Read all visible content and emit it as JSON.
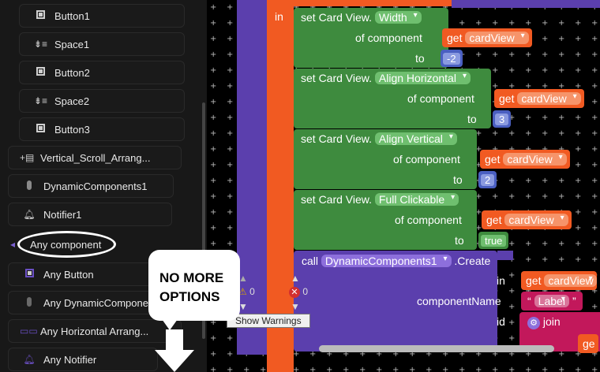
{
  "tree": {
    "items": [
      {
        "label": "Button1",
        "icon": "button-icon"
      },
      {
        "label": "Space1",
        "icon": "space-icon"
      },
      {
        "label": "Button2",
        "icon": "button-icon"
      },
      {
        "label": "Space2",
        "icon": "space-icon"
      },
      {
        "label": "Button3",
        "icon": "button-icon"
      },
      {
        "label": "Vertical_Scroll_Arrang...",
        "icon": "vertical-scroll-arrangement-icon"
      },
      {
        "label": "DynamicComponents1",
        "icon": "dynamic-components-icon"
      },
      {
        "label": "Notifier1",
        "icon": "notifier-icon"
      },
      {
        "label": "Any component",
        "icon": "any-component-icon"
      },
      {
        "label": "Any Button",
        "icon": "button-icon"
      },
      {
        "label": "Any DynamicCompone...",
        "icon": "dynamic-components-icon"
      },
      {
        "label": "Any Horizontal Arrang...",
        "icon": "horizontal-arrangement-icon"
      },
      {
        "label": "Any Notifier",
        "icon": "notifier-icon"
      }
    ]
  },
  "blocks": {
    "in_label": "in",
    "set1": {
      "prefix": "set Card View.",
      "prop": "Width",
      "of_component": "of component",
      "get": "get",
      "var": "cardView",
      "to": "to",
      "value": "-2"
    },
    "set2": {
      "prefix": "set Card View.",
      "prop": "Align Horizontal",
      "of_component": "of component",
      "get": "get",
      "var": "cardView",
      "to": "to",
      "value": "3"
    },
    "set3": {
      "prefix": "set Card View.",
      "prop": "Align Vertical",
      "of_component": "of component",
      "get": "get",
      "var": "cardView",
      "to": "to",
      "value": "2"
    },
    "set4": {
      "prefix": "set Card View.",
      "prop": "Full Clickable",
      "of_component": "of component",
      "get": "get",
      "var": "cardView",
      "to": "to",
      "value": "true"
    },
    "call": {
      "prefix": "call",
      "component": "DynamicComponents1",
      "method": ".Create",
      "in": "in",
      "get": "get",
      "var": "cardView",
      "componentName": "componentName",
      "name_value": "Label",
      "id": "id",
      "join": "join",
      "get2": "ge"
    },
    "warnings": {
      "warn_count": "0",
      "error_count": "0",
      "tooltip": "Show Warnings"
    }
  },
  "annotation": {
    "callout": "NO MORE OPTIONS"
  },
  "colors": {
    "orange": "#f15a22",
    "green": "#3e8b3e",
    "purple": "#5b3fad",
    "magenta": "#c2185b"
  }
}
